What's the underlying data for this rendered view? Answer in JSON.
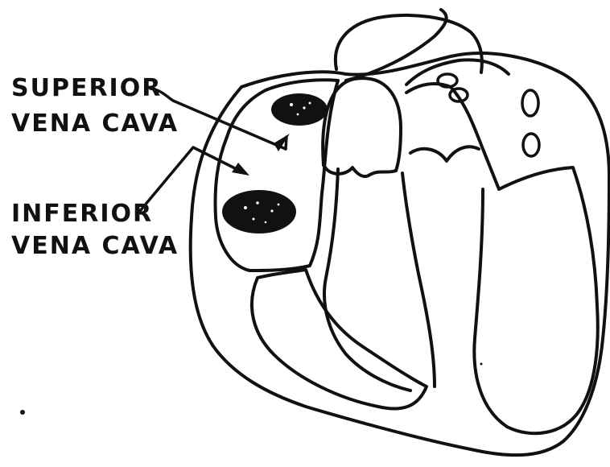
{
  "labels": {
    "superior_line1": "SUPERIOR",
    "superior_line2": "VENA CAVA",
    "inferior_line1": "INFERIOR",
    "inferior_line2": "VENA CAVA"
  },
  "colors": {
    "ink": "#111111",
    "background": "#ffffff"
  }
}
